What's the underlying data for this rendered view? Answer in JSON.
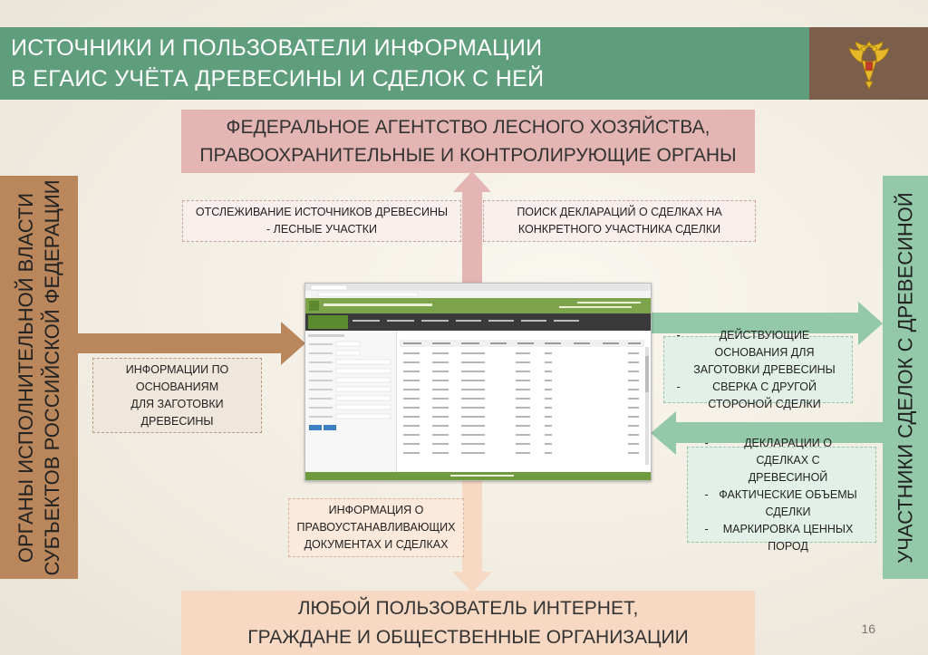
{
  "header": {
    "title_line1": "ИСТОЧНИКИ И ПОЛЬЗОВАТЕЛИ ИНФОРМАЦИИ",
    "title_line2": "В ЕГАИС УЧЁТА ДРЕВЕСИНЫ И СДЕЛОК С НЕЙ"
  },
  "top_box": {
    "line1": "ФЕДЕРАЛЬНОЕ АГЕНТСТВО ЛЕСНОГО ХОЗЯЙСТВА,",
    "line2": "ПРАВООХРАНИТЕЛЬНЫЕ И КОНТРОЛИРУЮЩИЕ ОРГАНЫ"
  },
  "bottom_box": {
    "line1": "ЛЮБОЙ ПОЛЬЗОВАТЕЛЬ ИНТЕРНЕТ,",
    "line2": "ГРАЖДАНЕ И ОБЩЕСТВЕННЫЕ ОРГАНИЗАЦИИ"
  },
  "left_vertical": {
    "line1": "ОРГАНЫ ИСПОЛНИТЕЛЬНОЙ ВЛАСТИ",
    "line2": "СУБЪЕКТОВ РОССИЙСКОЙ ФЕДЕРАЦИИ"
  },
  "right_vertical": {
    "line1": "УЧАСТНИКИ СДЕЛОК С ДРЕВЕСИНОЙ"
  },
  "notes": {
    "tracking": {
      "line1": "ОТСЛЕЖИВАНИЕ ИСТОЧНИКОВ ДРЕВЕСИНЫ",
      "line2": "- ЛЕСНЫЕ УЧАСТКИ"
    },
    "search": {
      "line1": "ПОИСК ДЕКЛАРАЦИЙ О СДЕЛКАХ НА",
      "line2": "КОНКРЕТНОГО УЧАСТНИКА СДЕЛКИ"
    },
    "left_info": {
      "line1": "ИНФОРМАЦИИ ПО",
      "line2": "ОСНОВАНИЯМ",
      "line3": "ДЛЯ ЗАГОТОВКИ",
      "line4": "ДРЕВЕСИНЫ"
    },
    "bottom_info": {
      "line1": "ИНФОРМАЦИЯ О",
      "line2": "ПРАВОУСТАНАВЛИВАЮЩИХ",
      "line3": "ДОКУМЕНТАХ И СДЕЛКАХ"
    },
    "right_top": [
      "ДЕЙСТВУЮЩИЕ ОСНОВАНИЯ ДЛЯ ЗАГОТОВКИ ДРЕВЕСИНЫ",
      "СВЕРКА С ДРУГОЙ СТОРОНОЙ СДЕЛКИ"
    ],
    "right_bottom": [
      "ДЕКЛАРАЦИИ О СДЕЛКАХ С ДРЕВЕСИНОЙ",
      "ФАКТИЧЕСКИЕ ОБЪЕМЫ СДЕЛКИ",
      "МАРКИРОВКА ЦЕННЫХ ПОРОД"
    ]
  },
  "page_number": "16",
  "colors": {
    "header_green": "#5f9e7d",
    "logo_brown": "#7b5f4b",
    "pink": "#e3b5b3",
    "orange": "#f7d8c2",
    "left_brown": "#b9875b",
    "right_green": "#93c9a8"
  },
  "icons": [
    "emblem-icon",
    "arrow-up-icon",
    "arrow-down-icon",
    "arrow-right-icon",
    "arrow-left-icon"
  ]
}
